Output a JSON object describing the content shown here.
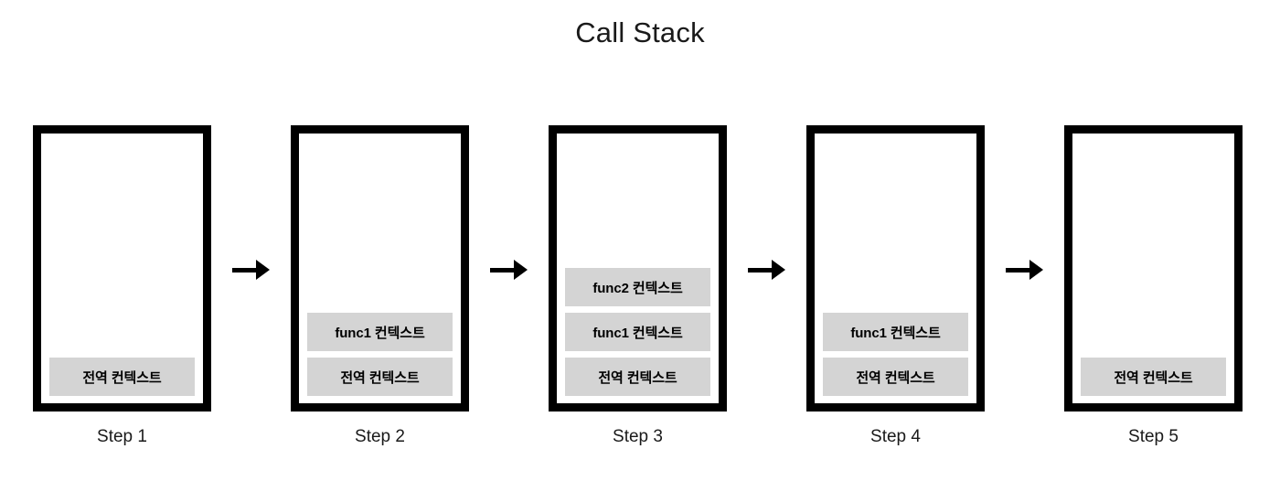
{
  "title": "Call Stack",
  "colors": {
    "background": "#ffffff",
    "box_border": "#000000",
    "frame_fill": "#d4d4d4",
    "text": "#000000",
    "arrow": "#000000"
  },
  "frame_labels": {
    "global": "전역 컨텍스트",
    "func1": "func1 컨텍스트",
    "func2": "func2 컨텍스트"
  },
  "steps": [
    {
      "label": "Step 1",
      "frames": [
        "전역 컨텍스트"
      ]
    },
    {
      "label": "Step 2",
      "frames": [
        "func1 컨텍스트",
        "전역 컨텍스트"
      ]
    },
    {
      "label": "Step 3",
      "frames": [
        "func2 컨텍스트",
        "func1 컨텍스트",
        "전역 컨텍스트"
      ]
    },
    {
      "label": "Step 4",
      "frames": [
        "func1 컨텍스트",
        "전역 컨텍스트"
      ]
    },
    {
      "label": "Step 5",
      "frames": [
        "전역 컨텍스트"
      ]
    }
  ],
  "arrows": [
    {
      "name": "arrow-step1-to-step2"
    },
    {
      "name": "arrow-step2-to-step3"
    },
    {
      "name": "arrow-step3-to-step4"
    },
    {
      "name": "arrow-step4-to-step5"
    }
  ]
}
